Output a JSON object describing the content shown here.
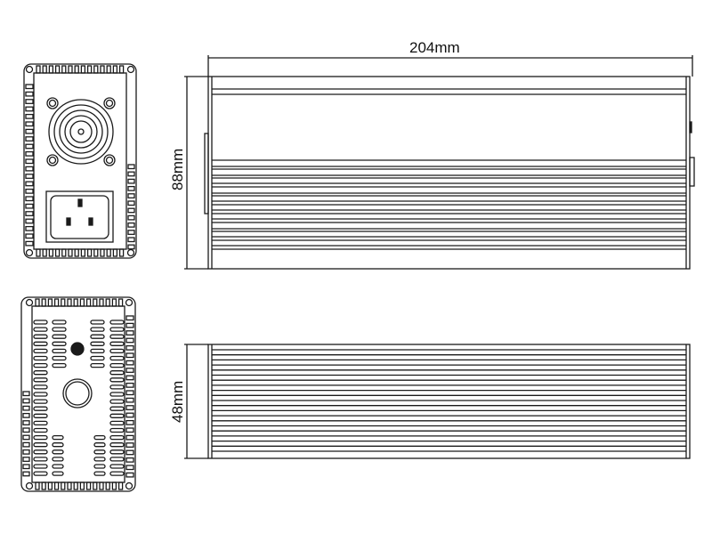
{
  "dimensions": {
    "length": "204mm",
    "height": "88mm",
    "width": "48mm"
  },
  "colors": {
    "stroke": "#1a1a1a",
    "background": "#ffffff"
  }
}
